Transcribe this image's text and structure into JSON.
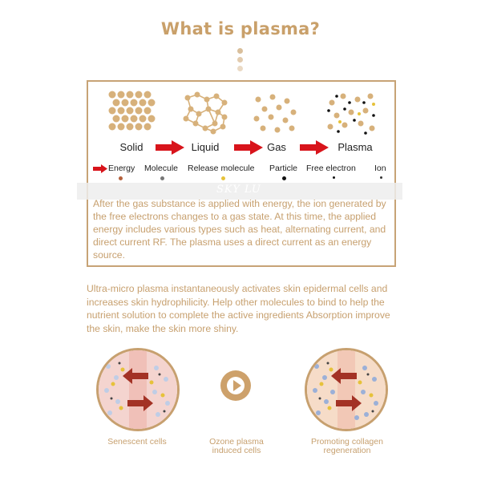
{
  "title": "What is plasma?",
  "states": [
    "Solid",
    "Liquid",
    "Gas",
    "Plasma"
  ],
  "legend": [
    "Energy",
    "Molecule",
    "Release molecule",
    "Particle",
    "Free electron",
    "Ion"
  ],
  "watermark": "SKY LU",
  "paragraph1": "After the gas substance is applied with energy, the ion generated by the free electrons changes to a gas state. At this time, the applied energy includes various types such as heat, alternating current, and direct current RF. The plasma uses a direct current as an energy source.",
  "paragraph2": "Ultra-micro plasma instantaneously activates skin epidermal cells and increases skin hydrophilicity. Help other molecules to bind to help the nutrient solution to complete the active ingredients Absorption improve the skin, make the skin more shiny.",
  "captions": {
    "left": "Senescent cells",
    "middle_line1": "Ozone plasma",
    "middle_line2": "induced cells",
    "right_line1": "Promoting collagen",
    "right_line2": "regeneration"
  },
  "colors": {
    "accent_gold": "#c7a06f",
    "title_gold": "#c9a06a",
    "arrow_red": "#d8141b",
    "frame_border": "#c7a376"
  }
}
